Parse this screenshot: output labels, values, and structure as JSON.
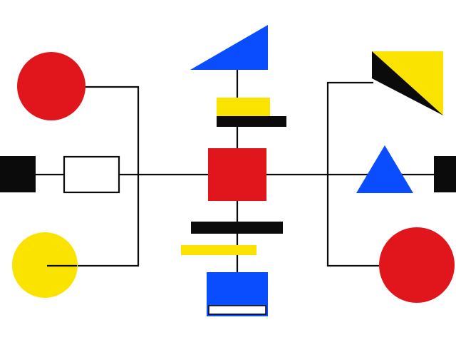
{
  "palette": {
    "background": "#ffffff",
    "red": "#e0161c",
    "blue": "#0a4dff",
    "yellow": "#fbe300",
    "black": "#0b0b0b"
  },
  "shapes": [
    {
      "id": "circle-red-top-left",
      "kind": "circle",
      "color": "red"
    },
    {
      "id": "circle-yellow-bottom-left",
      "kind": "circle",
      "color": "yellow"
    },
    {
      "id": "square-black-left",
      "kind": "square",
      "color": "black"
    },
    {
      "id": "rectangle-outline-left",
      "kind": "rectangle-outline",
      "color": "black"
    },
    {
      "id": "triangle-blue-top-center",
      "kind": "right-triangle",
      "color": "blue"
    },
    {
      "id": "bar-yellow-top-center",
      "kind": "bar",
      "color": "yellow"
    },
    {
      "id": "bar-black-top-center",
      "kind": "bar",
      "color": "black"
    },
    {
      "id": "square-red-center",
      "kind": "square",
      "color": "red"
    },
    {
      "id": "bar-black-bottom-center",
      "kind": "bar",
      "color": "black"
    },
    {
      "id": "bar-yellow-bottom-center",
      "kind": "bar",
      "color": "yellow"
    },
    {
      "id": "square-blue-bottom-center",
      "kind": "square-outlined",
      "color": "blue"
    },
    {
      "id": "triangle-yellow-black-top-right",
      "kind": "split-quad",
      "color": "yellow"
    },
    {
      "id": "triangle-blue-right",
      "kind": "triangle",
      "color": "blue"
    },
    {
      "id": "square-black-right",
      "kind": "square",
      "color": "black"
    },
    {
      "id": "circle-red-bottom-right",
      "kind": "circle",
      "color": "red"
    }
  ],
  "connectors": {
    "color": "black"
  }
}
